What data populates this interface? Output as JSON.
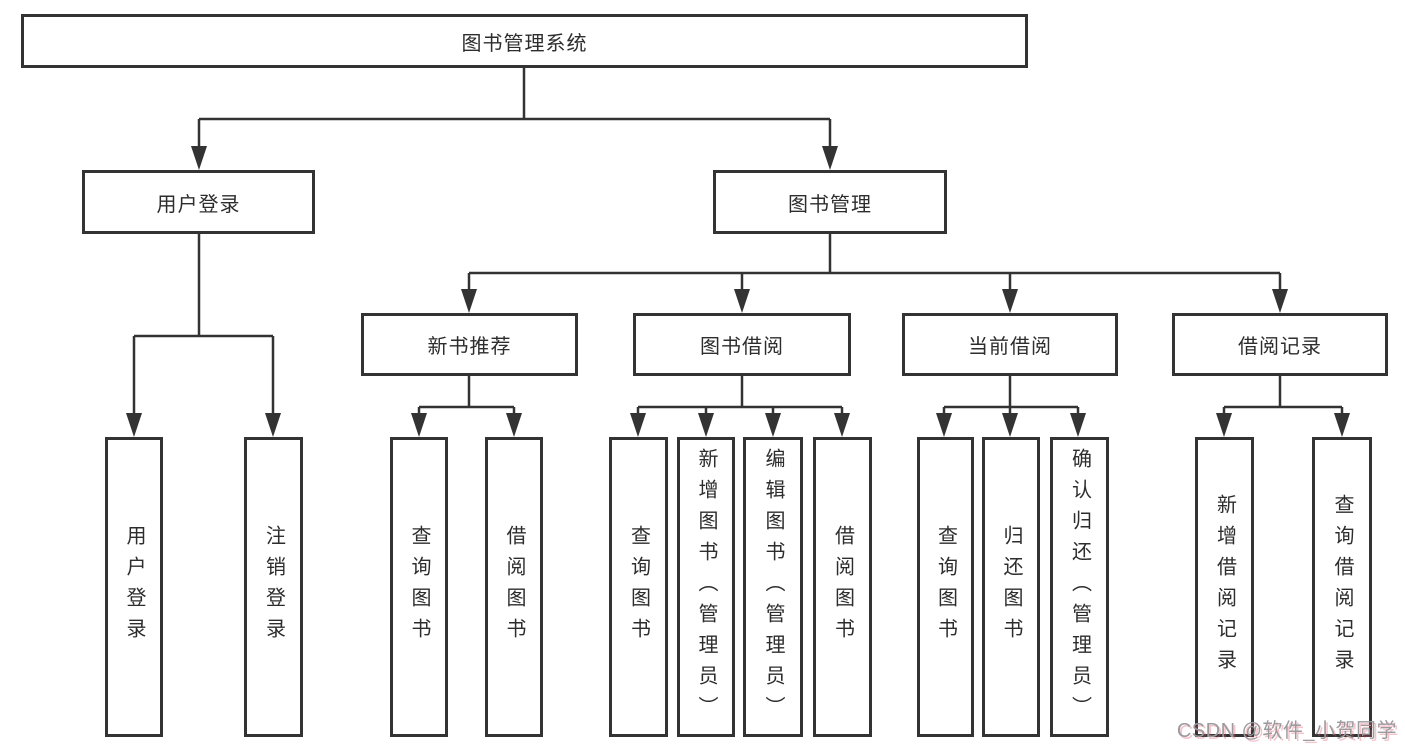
{
  "colors": {
    "background": "#ffffff",
    "line": "#333333",
    "box_border": "#333333",
    "box_fill": "#ffffff",
    "text": "#2d2d2d",
    "watermark": "#9b9b9f",
    "watermark_shadow": "#e0566b"
  },
  "diagram": {
    "root": {
      "label": "图书管理系统"
    },
    "level2": [
      {
        "label": "用户登录"
      },
      {
        "label": "图书管理"
      }
    ],
    "level3": [
      {
        "label": "新书推荐"
      },
      {
        "label": "图书借阅"
      },
      {
        "label": "当前借阅"
      },
      {
        "label": "借阅记录"
      }
    ],
    "leaves": [
      {
        "label": "用户登录"
      },
      {
        "label": "注销登录"
      },
      {
        "label": "查询图书"
      },
      {
        "label": "借阅图书"
      },
      {
        "label": "查询图书"
      },
      {
        "label": "新增图书（管理员）"
      },
      {
        "label": "编辑图书（管理员）"
      },
      {
        "label": "借阅图书"
      },
      {
        "label": "查询图书"
      },
      {
        "label": "归还图书"
      },
      {
        "label": "确认归还（管理员）"
      },
      {
        "label": "新增借阅记录"
      },
      {
        "label": "查询借阅记录"
      }
    ]
  },
  "watermark": {
    "text": "CSDN @软件_小贺同学"
  }
}
